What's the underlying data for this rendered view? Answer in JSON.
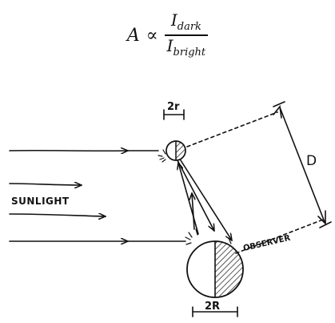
{
  "formula": {
    "lhs": "A",
    "relation": "∝",
    "numerator": {
      "symbol": "I",
      "subscript": "dark"
    },
    "denominator": {
      "symbol": "I",
      "subscript": "bright"
    }
  },
  "sketch": {
    "small_sphere_label": "2r",
    "large_sphere_label": "2R",
    "distance_label": "D",
    "sunlight_label": "SUNLIGHT",
    "observer_label": "OBSERVER"
  }
}
